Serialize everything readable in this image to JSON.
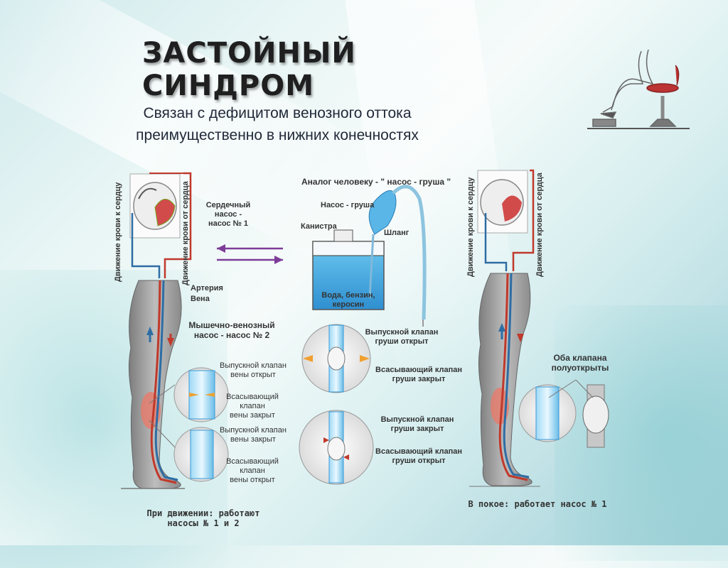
{
  "title": "ЗАСТОЙНЫЙ СИНДРОМ",
  "subtitle": {
    "line1": "Связан с дефицитом венозного оттока",
    "line2": "преимущественно в нижних конечностях"
  },
  "left_diagram": {
    "to_heart": "Движение крови к сердцу",
    "from_heart": "Движение крови от сердца",
    "heart_pump": [
      "Сердечный",
      "насос -",
      "насос № 1"
    ],
    "artery": "Артерия",
    "vein": "Вена",
    "muscle_pump": [
      "Мышечно-венозный",
      "насос - насос № 2"
    ],
    "outlet_open": [
      "Выпускной клапан",
      "вены открыт"
    ],
    "inlet_closed": [
      "Всасывающий",
      "клапан",
      "вены закрыт"
    ],
    "outlet_closed": [
      "Выпускной клапан",
      "вены закрыт"
    ],
    "inlet_open": [
      "Всасывающий",
      "клапан",
      "вены открыт"
    ],
    "caption": [
      "При движении: работают",
      "насосы № 1 и 2"
    ]
  },
  "center_diagram": {
    "heading": "Аналог человеку - \" насос - груша \"",
    "bulb": "Насос - груша",
    "canister": "Канистра",
    "hose": "Шланг",
    "liquid": [
      "Вода, бензин,",
      "керосин"
    ],
    "bulb_outlet_open": [
      "Выпускной клапан",
      "груши открыт"
    ],
    "bulb_inlet_closed": [
      "Всасывающий клапан",
      "груши закрыт"
    ],
    "bulb_outlet_closed": [
      "Выпускной клапан",
      "груши закрыт"
    ],
    "bulb_inlet_open": [
      "Всасывающий клапан",
      "груши открыт"
    ]
  },
  "right_diagram": {
    "to_heart": "Движение крови к сердцу",
    "from_heart": "Движение крови от сердца",
    "both_valves": [
      "Оба клапана",
      "полуоткрыты"
    ],
    "caption": "В покое: работает насос № 1"
  },
  "colors": {
    "artery": "#c0392b",
    "vein": "#2e6da4",
    "leg": "#9a9a9a",
    "water": "#4fb3e6"
  }
}
